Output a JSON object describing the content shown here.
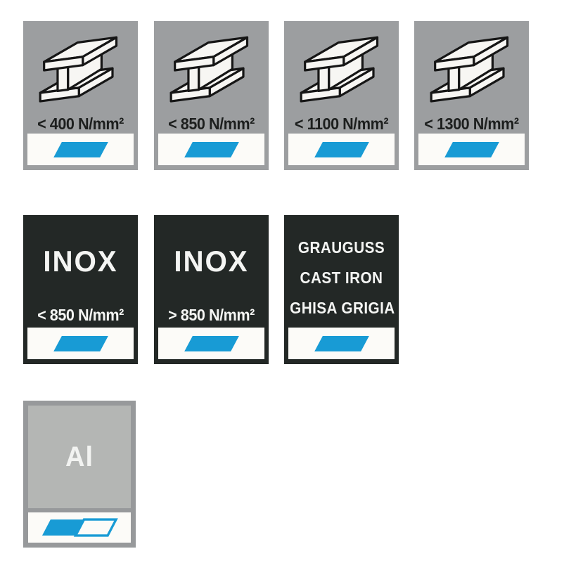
{
  "colors": {
    "tile_gray": "#9c9ea0",
    "tile_dark": "#232826",
    "accent_blue": "#189bd5",
    "strip_white": "#fcfbf8",
    "alu_frame_gray": "#97999b",
    "alu_inner_gray": "#b4b6b4",
    "text_dark": "#1d1f1e",
    "text_light": "#f4f5f3"
  },
  "icons": {
    "ibeam": "i-beam-steel-profile-icon",
    "solid_parallelogram": "blue-parallelogram-badge",
    "split_parallelogram": "half-filled-parallelogram-badge"
  },
  "steel_row": {
    "items": [
      {
        "strength": "< 400 N/mm²"
      },
      {
        "strength": "< 850 N/mm²"
      },
      {
        "strength": "< 1100 N/mm²"
      },
      {
        "strength": "< 1300 N/mm²"
      }
    ]
  },
  "special_row": {
    "items": [
      {
        "title": "INOX",
        "strength": "< 850 N/mm²"
      },
      {
        "title": "INOX",
        "strength": "> 850 N/mm²"
      },
      {
        "lines": [
          "GRAUGUSS",
          "CAST IRON",
          "GHISA GRIGIA"
        ]
      }
    ]
  },
  "aluminum_row": {
    "label": "Al"
  }
}
